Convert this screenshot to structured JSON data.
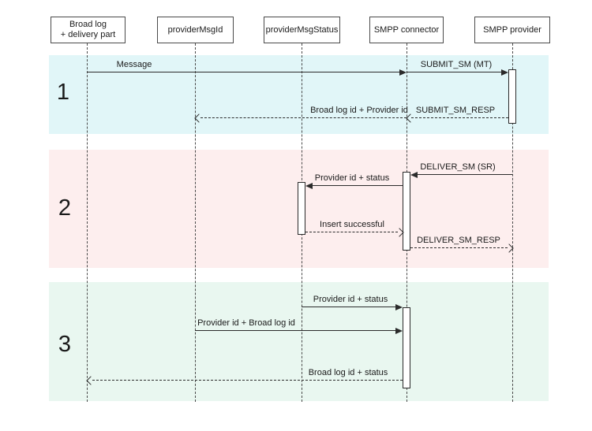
{
  "diagram": {
    "type": "sequence-diagram",
    "topic": "SMPP message flow",
    "actors": [
      {
        "name": "Broad log + delivery part",
        "line1": "Broad log",
        "line2": "+ delivery part"
      },
      {
        "name": "providerMsgId",
        "line1": "providerMsgId"
      },
      {
        "name": "providerMsgStatus",
        "line1": "providerMsgStatus"
      },
      {
        "name": "SMPP connector",
        "line1": "SMPP connector"
      },
      {
        "name": "SMPP provider",
        "line1": "SMPP provider"
      }
    ],
    "sections": [
      {
        "number": "1",
        "band_color": "#e1f6f8",
        "messages": [
          {
            "label": "Message",
            "from": "Broad log + delivery part",
            "to": "SMPP connector",
            "line": "solid"
          },
          {
            "label": "SUBMIT_SM (MT)",
            "from": "SMPP connector",
            "to": "SMPP provider",
            "line": "solid"
          },
          {
            "label": "SUBMIT_SM_RESP",
            "from": "SMPP provider",
            "to": "SMPP connector",
            "line": "dashed"
          },
          {
            "label": "Broad log id + Provider id",
            "from": "SMPP connector",
            "to": "providerMsgId",
            "line": "dashed"
          }
        ]
      },
      {
        "number": "2",
        "band_color": "#fdeeee",
        "messages": [
          {
            "label": "DELIVER_SM (SR)",
            "from": "SMPP provider",
            "to": "SMPP connector",
            "line": "solid"
          },
          {
            "label": "Provider id + status",
            "from": "SMPP connector",
            "to": "providerMsgStatus",
            "line": "solid"
          },
          {
            "label": "Insert successful",
            "from": "providerMsgStatus",
            "to": "SMPP connector",
            "line": "dashed"
          },
          {
            "label": "DELIVER_SM_RESP",
            "from": "SMPP connector",
            "to": "SMPP provider",
            "line": "dashed"
          }
        ]
      },
      {
        "number": "3",
        "band_color": "#e9f7f0",
        "messages": [
          {
            "label": "Provider id + status",
            "from": "providerMsgStatus",
            "to": "SMPP connector",
            "line": "solid"
          },
          {
            "label": "Provider id + Broad log id",
            "from": "providerMsgId",
            "to": "SMPP connector",
            "line": "solid"
          },
          {
            "label": "Broad log id + status",
            "from": "SMPP connector",
            "to": "Broad log + delivery part",
            "line": "dashed"
          }
        ]
      }
    ]
  }
}
